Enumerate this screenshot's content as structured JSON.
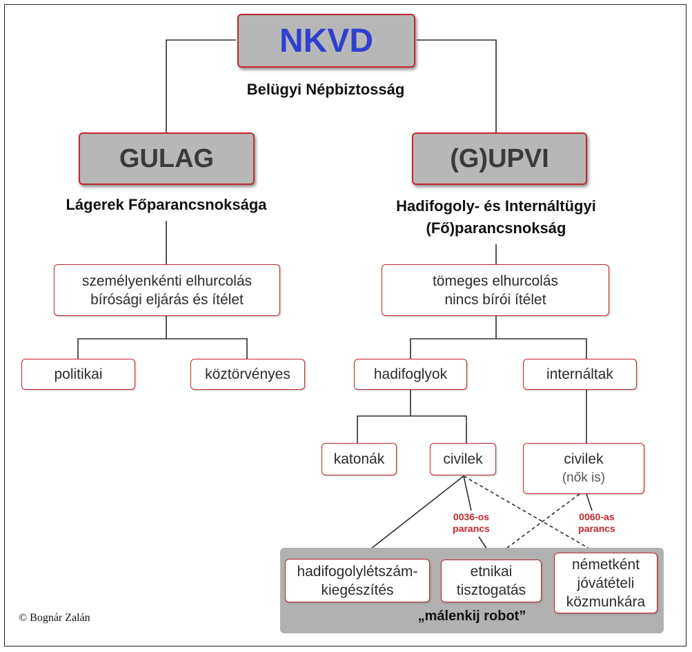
{
  "top": {
    "title": "NKVD",
    "subtitle": "Belügyi Népbiztosság"
  },
  "gulag": {
    "title": "GULAG",
    "subtitle": "Lágerek Főparancsnoksága",
    "box": [
      "személyenkénti elhurcolás",
      "bírósági eljárás és ítélet"
    ]
  },
  "gupvi": {
    "title": "(G)UPVI",
    "subtitle": [
      "Hadifogoly- és Internáltügyi",
      "(Fő)parancsnokság"
    ],
    "box": [
      "tömeges elhurcolás",
      "nincs bírói ítélet"
    ]
  },
  "categories": {
    "politikai": "politikai",
    "koztorvenyes": "köztörvényes",
    "hadifoglyok": "hadifoglyok",
    "internaltak": "internáltak",
    "katonak": "katonák",
    "civilek": "civilek",
    "civilek2": "civilek",
    "civilek2_note": "(nők is)"
  },
  "orders": {
    "o0036": [
      "0036-os",
      "parancs"
    ],
    "o0060": [
      "0060-as",
      "parancs"
    ]
  },
  "outcomes": {
    "hadifogoly": [
      "hadifogolylétszám-",
      "kiegészítés"
    ],
    "etnikai": [
      "etnikai",
      "tisztogatás"
    ],
    "nemetkent": [
      "németként",
      "jóvátételi",
      "közmunkára"
    ]
  },
  "group_label": "„málenkij robot”",
  "copyright": "© Bognár Zalán",
  "colors": {
    "border_red": "#c0282d",
    "nkvd_blue": "#2f3fd0",
    "box_grey": "#b7b7b7",
    "group_grey": "#b1b1b1"
  }
}
